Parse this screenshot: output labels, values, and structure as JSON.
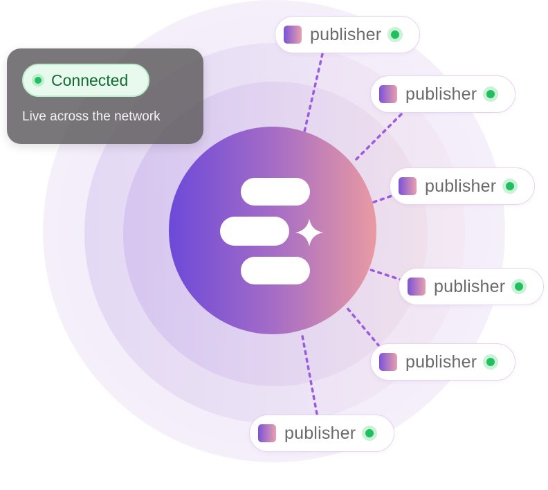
{
  "status_card": {
    "status_label": "Connected",
    "subtitle": "Live across the network",
    "status_color": "#22bf61"
  },
  "hub": {
    "icon": "sparkle-chat-stack-logo-icon",
    "gradient": [
      "#6d49d9",
      "#e99aa2"
    ]
  },
  "publishers": [
    {
      "label": "publisher",
      "status": "online"
    },
    {
      "label": "publisher",
      "status": "online"
    },
    {
      "label": "publisher",
      "status": "online"
    },
    {
      "label": "publisher",
      "status": "online"
    },
    {
      "label": "publisher",
      "status": "online"
    },
    {
      "label": "publisher",
      "status": "online"
    }
  ],
  "colors": {
    "connector": "#9a5be0",
    "online_dot": "#22bf61",
    "pill_border": "#e6d3ef"
  }
}
